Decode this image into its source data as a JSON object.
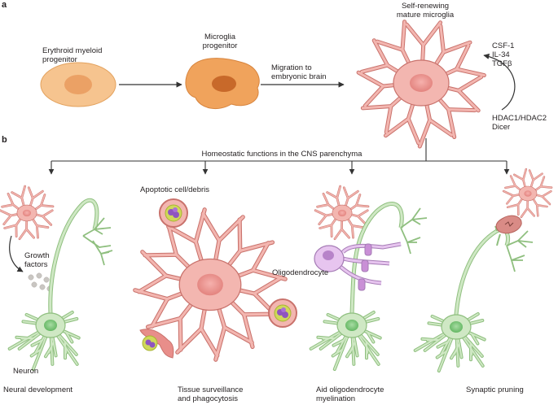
{
  "panel_a": {
    "letter": "a",
    "erythroid": [
      "Erythroid myeloid",
      "progenitor"
    ],
    "microglia_progenitor": [
      "Microglia",
      "progenitor"
    ],
    "migration": [
      "Migration to",
      "embryonic brain"
    ],
    "mature": [
      "Self-renewing",
      "mature microglia"
    ],
    "factors": [
      "CSF-1",
      "IL-34",
      "TGFβ"
    ],
    "regulators": [
      "HDAC1/HDAC2",
      "Dicer"
    ]
  },
  "panel_b": {
    "letter": "b",
    "header": "Homeostatic functions in the CNS parenchyma",
    "growth_factors": [
      "Growth",
      "factors"
    ],
    "neuron": "Neuron",
    "apoptotic": "Apoptotic cell/debris",
    "oligodendrocyte": "Oligodendrocyte",
    "captions": {
      "neural_dev": [
        "Neural development"
      ],
      "surveillance": [
        "Tissue surveillance",
        "and phagocytosis"
      ],
      "oligo": [
        "Aid oligodendrocyte",
        "myelination"
      ],
      "pruning": [
        "Synaptic pruning"
      ]
    }
  },
  "colors": {
    "progenitor_fill": "#f6c48f",
    "progenitor_nucleus": "#e89b57",
    "microglia_prog_fill": "#f0a35c",
    "microglia_fill": "#f3b6b0",
    "microglia_stroke": "#c9726c",
    "microglia_nucleus": "#e88e8a",
    "neuron_fill": "#cfe8c4",
    "neuron_stroke": "#8fbf7f",
    "neuron_nucleus": "#7cc07a",
    "oligo_fill": "#e7c5ef",
    "oligo_stroke": "#a57bb5",
    "myelin": "#c98fd6",
    "debris_ring": "#cfd95a",
    "debris_purple": "#8f55c0",
    "growth_dots": "#c9c6c2",
    "arrow": "#333333"
  }
}
